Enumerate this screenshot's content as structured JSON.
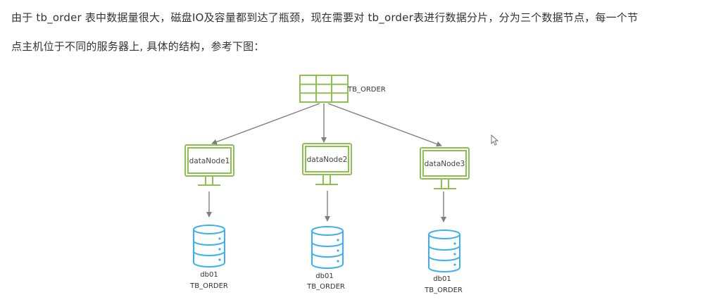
{
  "paragraph": {
    "line1": "由于 tb_order 表中数据量很大，磁盘IO及容量都到达了瓶颈，现在需要对 tb_order表进行数据分片，分为三个数据节点，每一个节",
    "line2": "点主机位于不同的服务器上, 具体的结构，参考下图："
  },
  "diagram": {
    "source_table": {
      "label": "TB_ORDER",
      "icon": "table-grid-icon"
    },
    "nodes": [
      {
        "label": "dataNode1",
        "icon": "monitor-icon",
        "db": {
          "name": "db01",
          "table": "TB_ORDER",
          "icon": "database-icon"
        }
      },
      {
        "label": "dataNode2",
        "icon": "monitor-icon",
        "db": {
          "name": "db01",
          "table": "TB_ORDER",
          "icon": "database-icon"
        }
      },
      {
        "label": "dataNode3",
        "icon": "monitor-icon",
        "db": {
          "name": "db01",
          "table": "TB_ORDER",
          "icon": "database-icon"
        }
      }
    ],
    "colors": {
      "node": "#8cc152",
      "database": "#3fb0ef",
      "arrow": "#7f7f7f"
    }
  },
  "cursor": {
    "icon": "mouse-pointer-icon"
  }
}
